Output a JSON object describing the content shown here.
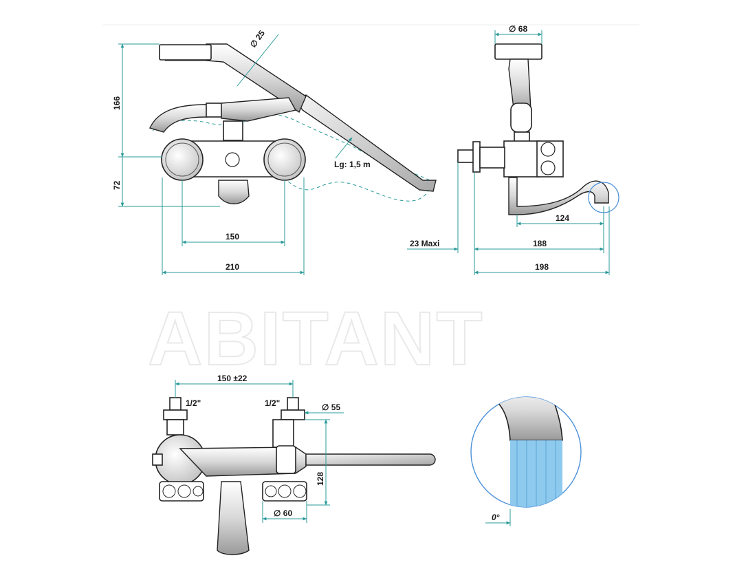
{
  "watermark": "ABITANT",
  "front_view": {
    "handshower_diameter": "∅ 25",
    "height_total": "166",
    "height_body": "72",
    "hose_length": "Lg: 1,5 m",
    "centers": "150",
    "width": "210"
  },
  "side_view": {
    "shower_head_diameter": "∅ 68",
    "spout_reach": "124",
    "wall_offset": "23 Maxi",
    "depth_188": "188",
    "depth_198": "198"
  },
  "top_view": {
    "centers_adjustable": "150 ±22",
    "inlet_left": "1/2\"",
    "inlet_right": "1/2\"",
    "escutcheon_diameter": "∅ 55",
    "height": "128",
    "handle_diameter": "∅ 60"
  },
  "detail_view": {
    "angle": "0°",
    "colors": {
      "water": "#8ec9ee",
      "detail_circle": "#4a90d9"
    }
  }
}
